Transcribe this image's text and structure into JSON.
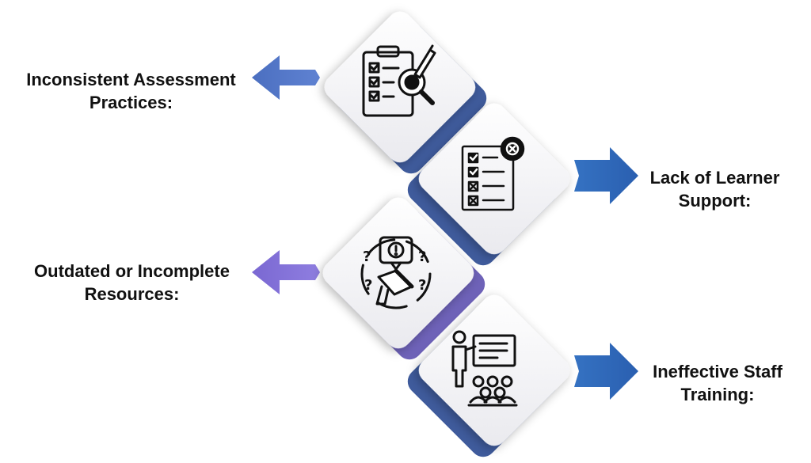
{
  "colors": {
    "blue_band": "#3f5b9c",
    "purple_band": "#6e62b8",
    "arrow_blue": "#4a72c4",
    "arrow_purple": "#7c6cd4",
    "arrow_right": "#2f68bb",
    "icon_stroke": "#111111"
  },
  "items": [
    {
      "label_line1": "Inconsistent Assessment",
      "label_line2": "Practices:",
      "icon": "clipboard-magnifier-icon",
      "arrow": "left"
    },
    {
      "label_line1": "Lack of Learner",
      "label_line2": "Support:",
      "icon": "checklist-reject-icon",
      "arrow": "right"
    },
    {
      "label_line1": "Outdated or Incomplete",
      "label_line2": "Resources:",
      "icon": "megaphone-question-icon",
      "arrow": "left"
    },
    {
      "label_line1": "Ineffective Staff",
      "label_line2": "Training:",
      "icon": "teacher-presentation-icon",
      "arrow": "right"
    }
  ]
}
